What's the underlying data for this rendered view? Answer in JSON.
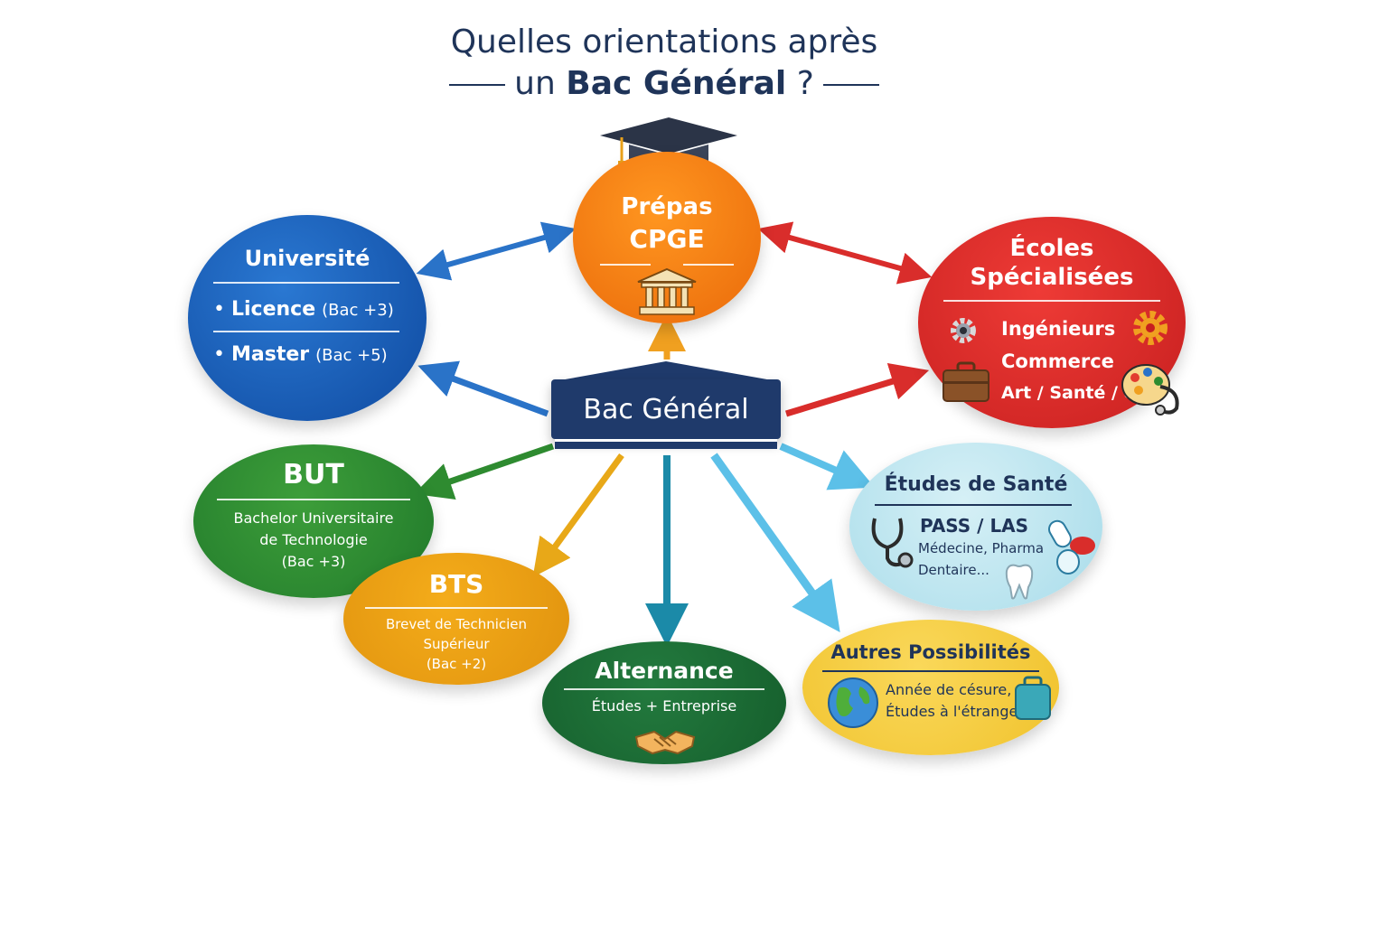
{
  "title": {
    "line1": "Quelles orientations après",
    "line2_prefix": "un ",
    "line2_bold": "Bac Général",
    "line2_suffix": " ?"
  },
  "center": {
    "label": "Bac Général",
    "icon": "building-roof"
  },
  "nodes": {
    "universite": {
      "title": "Université",
      "items": [
        {
          "bullet": "•",
          "label": "Licence",
          "detail": "(Bac +3)"
        },
        {
          "bullet": "•",
          "label": "Master",
          "detail": "(Bac +5)"
        }
      ],
      "color": "#1a5cb8"
    },
    "prepas": {
      "title_line1": "Prépas",
      "title_line2": "CPGE",
      "icons": [
        "graduation-cap-icon",
        "classical-building-icon"
      ],
      "color": "#f07d12"
    },
    "ecoles": {
      "title_line1": "Écoles",
      "title_line2": "Spécialisées",
      "items": [
        "Ingénieurs",
        "Commerce",
        "Art / Santé / etc."
      ],
      "icons": [
        "gear-icon",
        "briefcase-icon",
        "palette-icon",
        "stethoscope-icon"
      ],
      "color": "#d92d2b"
    },
    "but": {
      "title": "BUT",
      "desc_line1": "Bachelor Universitaire",
      "desc_line2": "de Technologie",
      "desc_line3": "(Bac +3)",
      "color": "#2e8b30"
    },
    "bts": {
      "title": "BTS",
      "desc_line1": "Brevet de Technicien",
      "desc_line2": "Supérieur",
      "desc_line3": "(Bac +2)",
      "color": "#eba012"
    },
    "alternance": {
      "title": "Alternance",
      "desc": "Études + Entreprise",
      "icons": [
        "handshake-icon"
      ],
      "color": "#1d6b3a"
    },
    "sante": {
      "title": "Études de Santé",
      "line1": "PASS / LAS",
      "line2": "Médecine, Pharma",
      "line3": "Dentaire...",
      "icons": [
        "stethoscope-icon",
        "pill-icon",
        "tooth-icon"
      ],
      "color": "#bfe6f0"
    },
    "autres": {
      "title": "Autres Possibilités",
      "line1": "Année de césure,",
      "line2": "Études à l'étranger...",
      "icons": [
        "globe-icon",
        "suitcase-icon"
      ],
      "color": "#f5cd3c"
    }
  }
}
